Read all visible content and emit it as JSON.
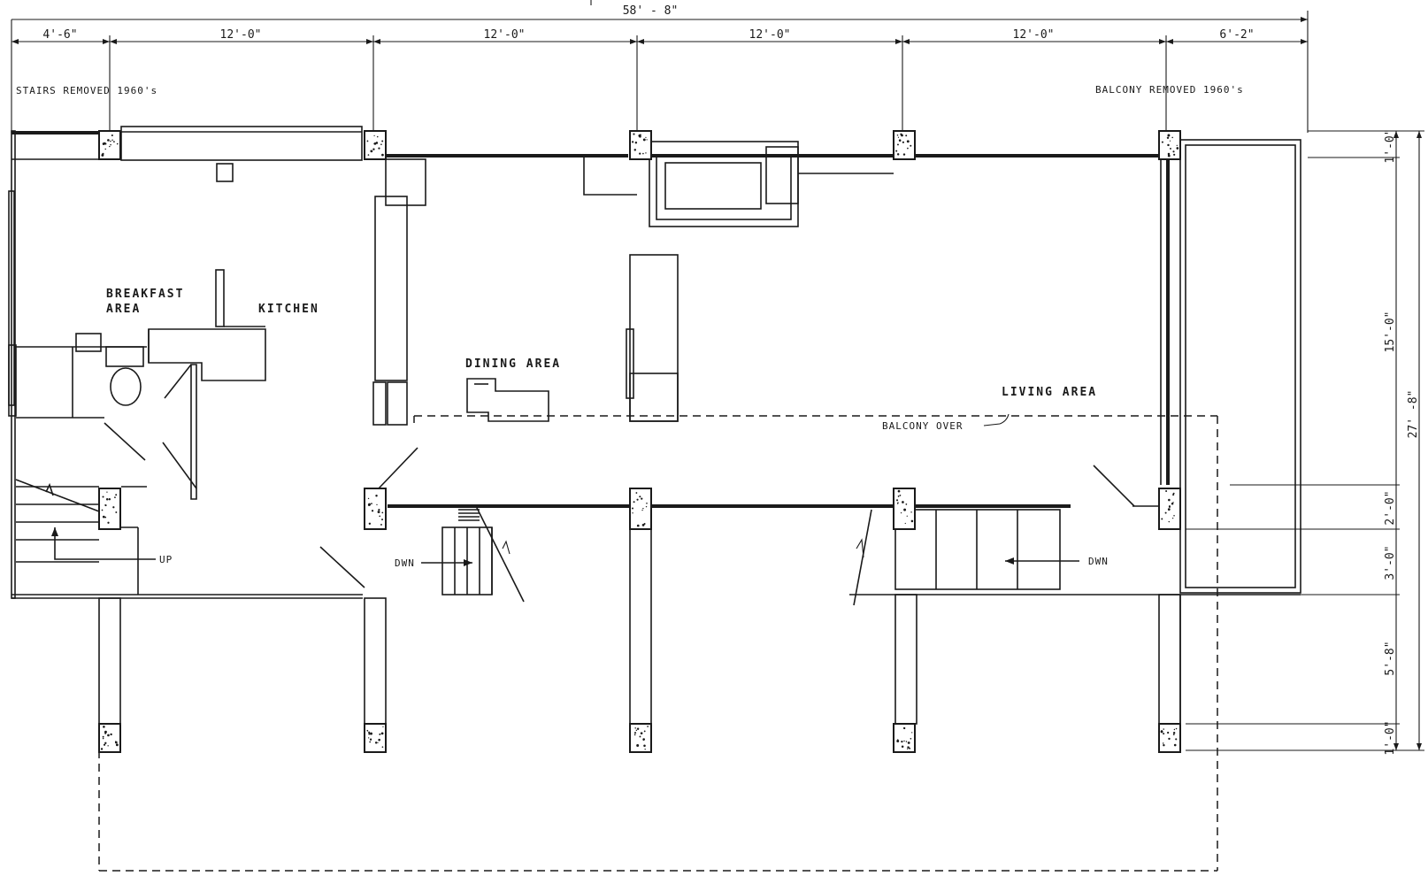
{
  "dimensions": {
    "overall": "58' - 8\"",
    "top": [
      "4'-6\"",
      "12'-0\"",
      "12'-0\"",
      "12'-0\"",
      "12'-0\"",
      "6'-2\""
    ],
    "right_segments": [
      "1'-0\"",
      "15'-0\"",
      "2'-0\"",
      "3'-0\"",
      "5'-8\"",
      "1'-0\""
    ],
    "right_overall": "27' -8\""
  },
  "notes": {
    "stairs_removed": "STAIRS   REMOVED   1960's",
    "balcony_removed": "BALCONY   REMOVED   1960's",
    "balcony_over": "BALCONY   OVER"
  },
  "rooms": {
    "breakfast_line1": "BREAKFAST",
    "breakfast_line2": "AREA",
    "kitchen": "KITCHEN",
    "dining": "DINING   AREA",
    "living": "LIVING   AREA"
  },
  "stair_labels": {
    "up": "UP",
    "down_left": "DWN",
    "down_right": "DWN"
  }
}
